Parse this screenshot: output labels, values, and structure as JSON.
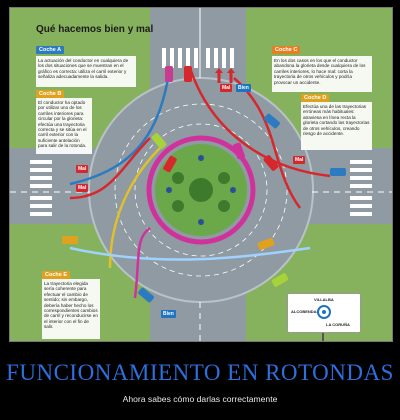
{
  "infographic": {
    "title": "Qué hacemos bien y mal",
    "cars": [
      {
        "label": "Coche A",
        "text": "La actuación del conductor en cualquiera de los dos situaciones que se muestran en el gráfico es correcta: utiliza el carril exterior y señaliza adecuadamente la salida."
      },
      {
        "label": "Coche B",
        "text": "El conductor ha optado por utilizar uno de los carriles interiores para circular por la glorieta: efectúa una trayectoria correcta y se sitúa en el carril exterior con la suficiente antelación para salir de la rotonda."
      },
      {
        "label": "Coche C",
        "text": "En los dos casos en los que el conductor abandona la glorieta desde cualquiera de los carriles interiores, lo hace mal: corta la trayectoria de otros vehículos y podría provocar un accidente."
      },
      {
        "label": "Coche D",
        "text": "Efectúa una de las trayectorias erróneas más habituales: atraviesa en línea recta la glorieta cortando las trayectorias de otros vehículos, creando riesgo de accidente."
      },
      {
        "label": "Coche E",
        "text": "La trayectoria elegida sería coherente para efectuar el cambio de sentido; sin embargo, debería haber hecho los correspondientes cambios de carril y reconducirse en el interior con el fin de salir."
      }
    ],
    "tags": {
      "mal": "Mal",
      "bien": "Bien"
    },
    "sign": {
      "line1": "VILLALBA",
      "line2": "ALCOBENDAS",
      "line3": "LA CORUÑA"
    }
  },
  "footer": {
    "title": "FUNCIONAMIENTO EN ROTONDAS",
    "subtitle": "Ahora sabes cómo darlas correctamente"
  },
  "colors": {
    "accent": "#2d6fdd",
    "mal": "#d6272c",
    "bien": "#1f73c1",
    "grass": "#7aa35a"
  }
}
